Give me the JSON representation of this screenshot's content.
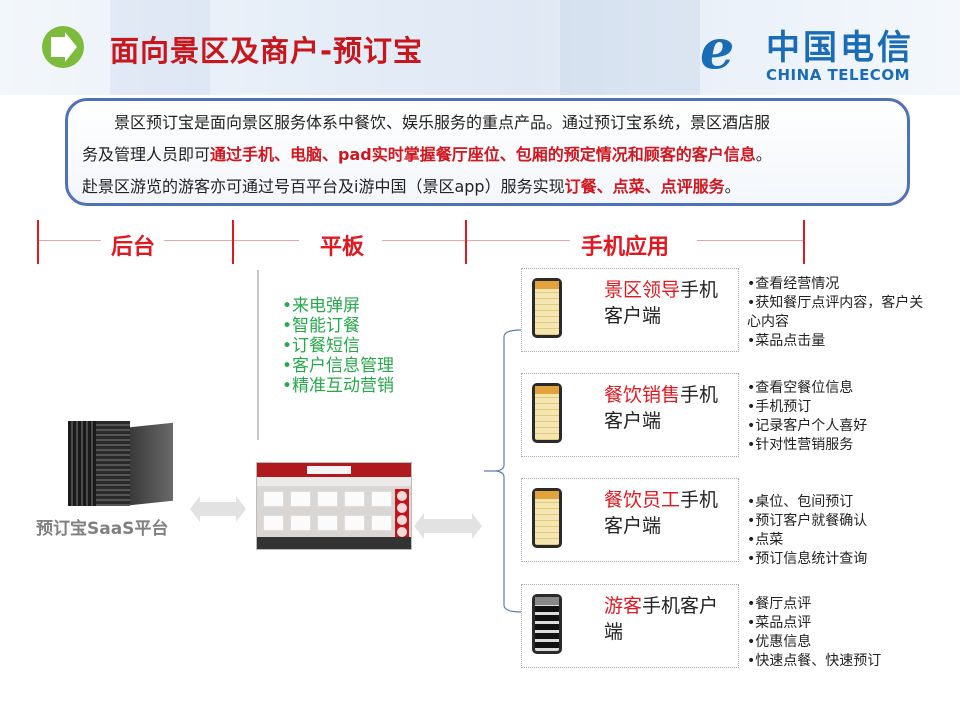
{
  "header": {
    "title": "面向景区及商户-预订宝",
    "title_color": "#c8161d",
    "icon": "green-right-arrow-circle-icon",
    "logo": {
      "mark": "e",
      "cn": "中国电信",
      "en": "CHINA TELECOM",
      "color": "#1a6cb6"
    }
  },
  "intro": {
    "line1": "景区预订宝是面向景区服务体系中餐饮、娱乐服务的重点产品。通过预订宝系统，景区酒店服",
    "line2_plain": "务及管理人员即可",
    "line2_red": "通过手机、电脑、pad实时掌握餐厅座位、包厢的预定情况和顾客的客户信息",
    "line2_end": "。",
    "line3_plain": "赴景区游览的游客亦可通过号百平台及i游中国（景区app）服务实现",
    "line3_red": "订餐、点菜、点评服务",
    "line3_end": "。"
  },
  "sections": [
    {
      "label": "后台"
    },
    {
      "label": "平板"
    },
    {
      "label": "手机应用"
    }
  ],
  "backend": {
    "icon": "server-icon",
    "label": "预订宝SaaS平台"
  },
  "tablet": {
    "icon": "tablet-screenshot-icon",
    "features": [
      "•来电弹屏",
      "•智能订餐",
      "•订餐短信",
      "•客户信息管理",
      "•精准互动营销"
    ],
    "feature_color": "#27a84a"
  },
  "mobile_apps": [
    {
      "title_highlight": "景区领导",
      "title_rest": "手机客户端",
      "icon": "smartphone-icon",
      "features": [
        "•查看经营情况",
        "•获知餐厅点评内容，客户关心内容",
        "•菜品点击量"
      ]
    },
    {
      "title_highlight": "餐饮销售",
      "title_rest": "手机客户端",
      "icon": "smartphone-icon",
      "features": [
        "•查看空餐位信息",
        "•手机预订",
        "•记录客户个人喜好",
        "•针对性营销服务"
      ]
    },
    {
      "title_highlight": "餐饮员工",
      "title_rest": "手机客户端",
      "icon": "smartphone-icon",
      "features": [
        "•桌位、包间预订",
        "•预订客户就餐确认",
        "•点菜",
        "•预订信息统计查询"
      ]
    },
    {
      "title_highlight": "游客",
      "title_rest": "手机客户端",
      "icon": "smartphone-dark-icon",
      "features": [
        "•餐厅点评",
        "•菜品点评",
        "•优惠信息",
        "•快速点餐、快速预订"
      ]
    }
  ],
  "colors": {
    "accent_red": "#e01820",
    "intro_border": "#4f71b5",
    "brace": "#5a7fb5"
  }
}
